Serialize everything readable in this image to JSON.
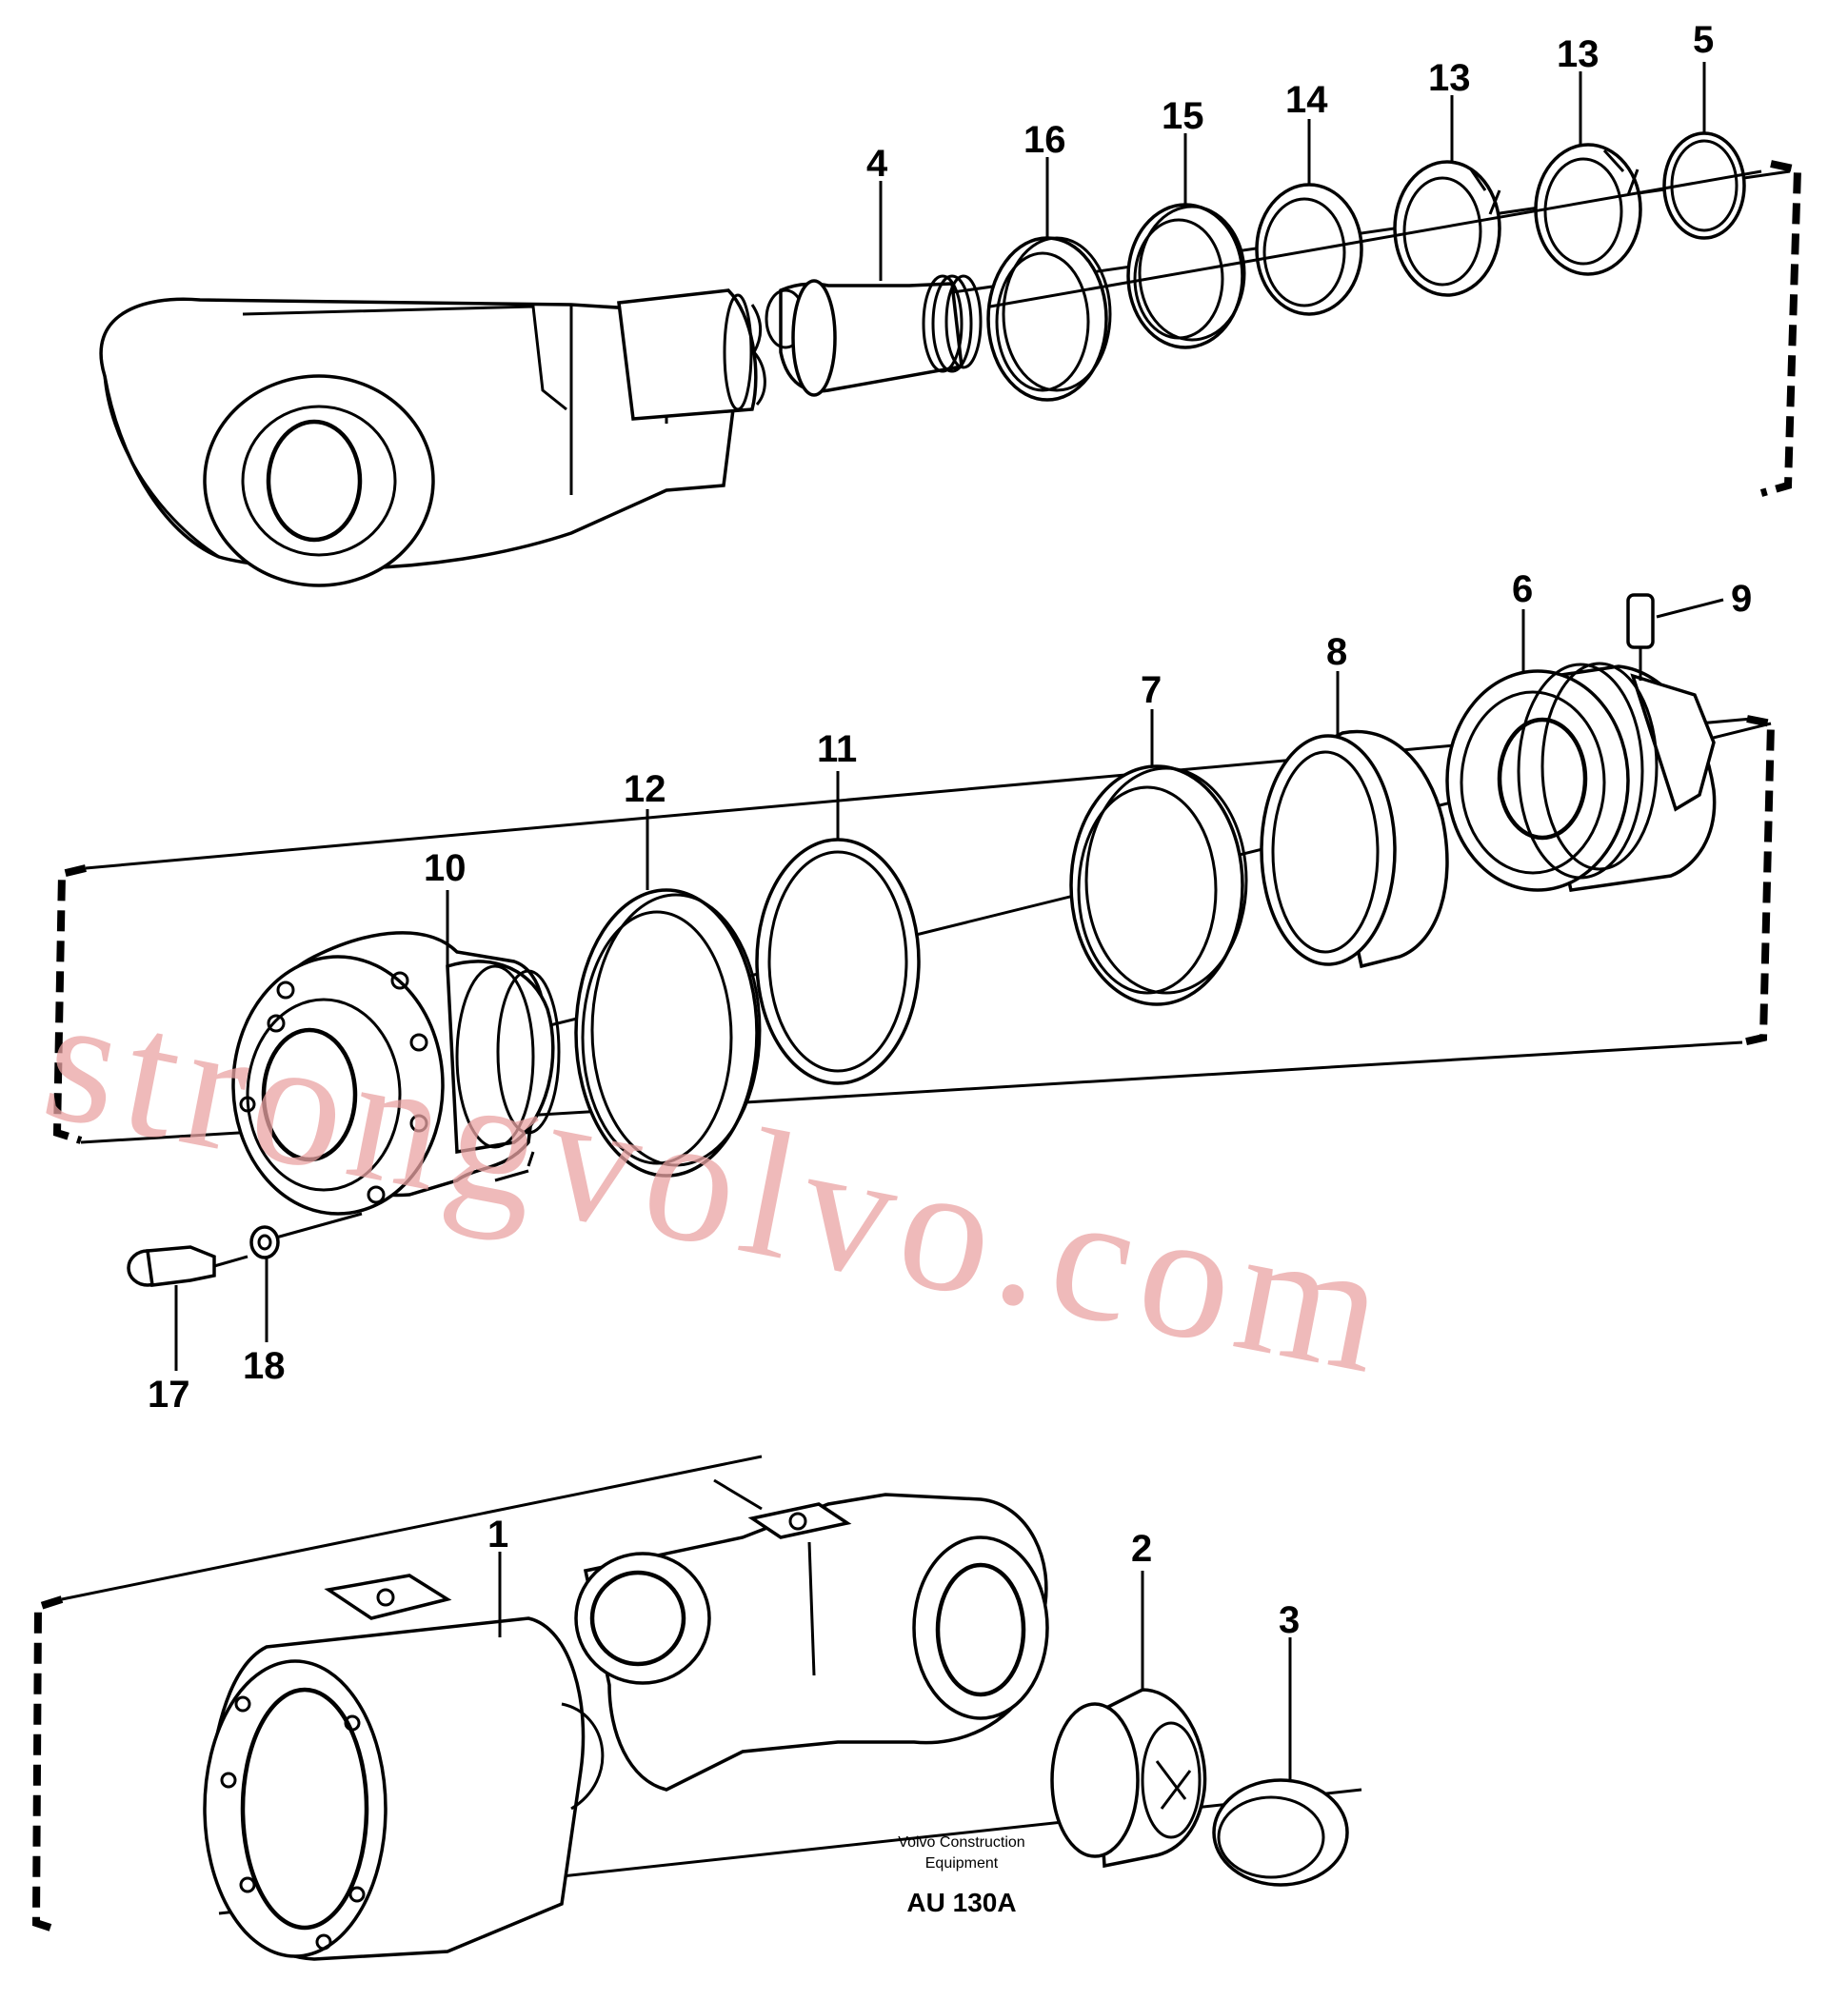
{
  "diagram": {
    "labels": [
      {
        "id": "1",
        "text": "1"
      },
      {
        "id": "2",
        "text": "2"
      },
      {
        "id": "3",
        "text": "3"
      },
      {
        "id": "4",
        "text": "4"
      },
      {
        "id": "5",
        "text": "5"
      },
      {
        "id": "6",
        "text": "6"
      },
      {
        "id": "7",
        "text": "7"
      },
      {
        "id": "8",
        "text": "8"
      },
      {
        "id": "9",
        "text": "9"
      },
      {
        "id": "10",
        "text": "10"
      },
      {
        "id": "11",
        "text": "11"
      },
      {
        "id": "12",
        "text": "12"
      },
      {
        "id": "13a",
        "text": "13"
      },
      {
        "id": "13b",
        "text": "13"
      },
      {
        "id": "14",
        "text": "14"
      },
      {
        "id": "15",
        "text": "15"
      },
      {
        "id": "16",
        "text": "16"
      },
      {
        "id": "17",
        "text": "17"
      },
      {
        "id": "18",
        "text": "18"
      }
    ],
    "caption_line1": "Volvo Construction",
    "caption_line2": "Equipment",
    "drawing_code": "AU 130A",
    "watermark": "strongvolvo.com"
  }
}
